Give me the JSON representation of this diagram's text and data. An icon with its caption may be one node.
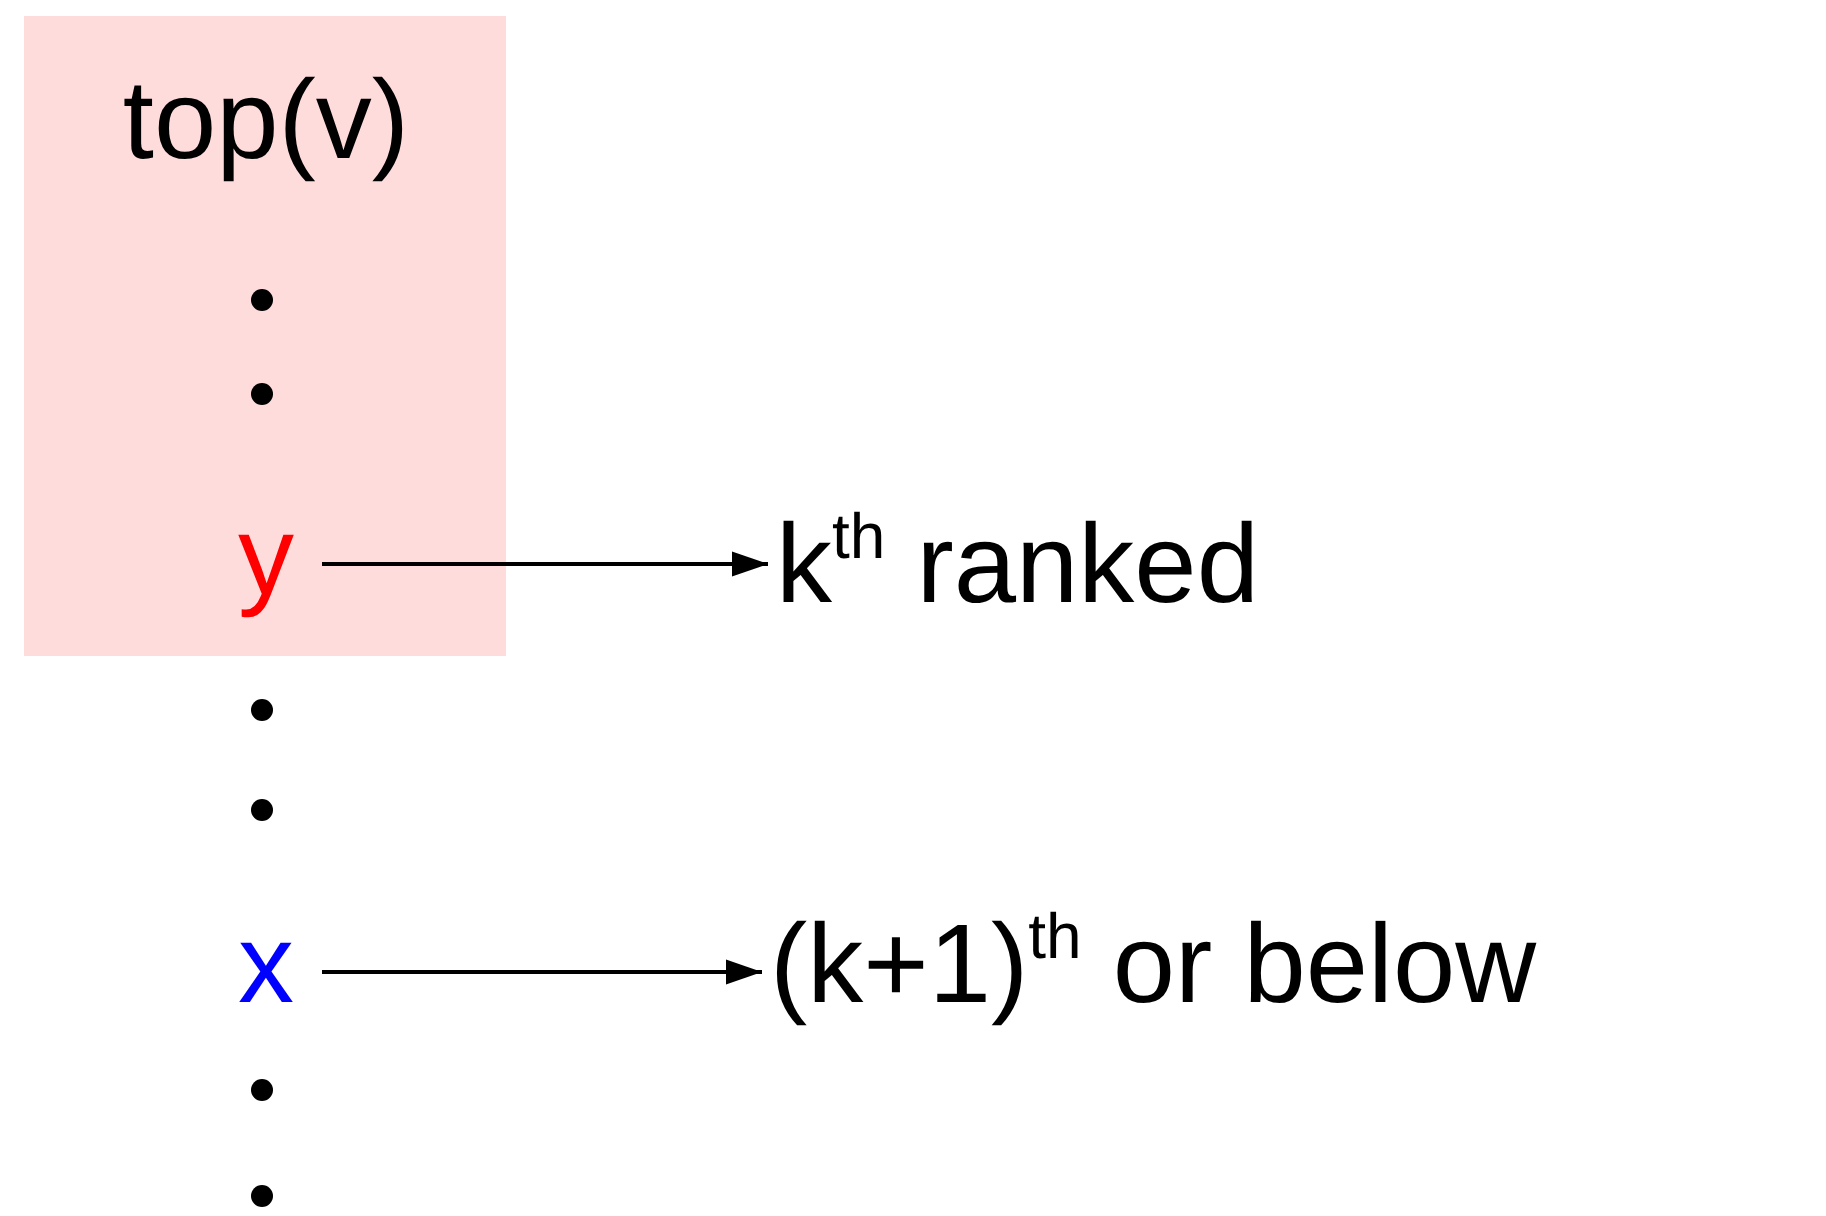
{
  "diagram": {
    "nodes": [
      {
        "text": [
          "top(v)"
        ]
      },
      {
        "text": [
          "y"
        ],
        "in": 0
      },
      {
        "text": [
          "x"
        ]
      },
      {
        "text": [
          "k$^{th}$ ranked"
        ]
      },
      {
        "text": [
          "(k+1)$^{th}$ or below"
        ]
      }
    ],
    "edges": [
      {
        "from": 1,
        "to": 3,
        "arrow": "to"
      },
      {
        "from": 2,
        "to": 4,
        "arrow": "to"
      }
    ]
  }
}
